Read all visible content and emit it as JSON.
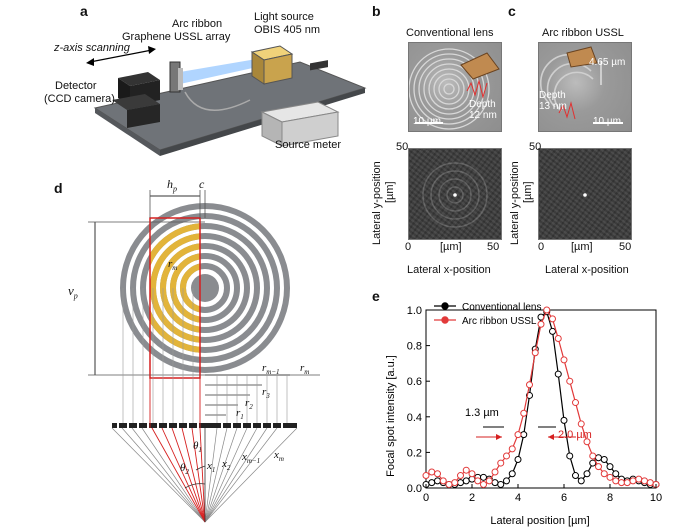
{
  "panels": {
    "a": {
      "letter": "a",
      "labels": {
        "arc_ribbon": "Arc ribbon",
        "graphene_array": "Graphene USSL array",
        "light_source": "Light source",
        "obis": "OBIS 405 nm",
        "z_scan": "z-axis scanning",
        "detector": "Detector",
        "ccd": "(CCD camera)",
        "source_meter": "Source meter"
      }
    },
    "b": {
      "letter": "b",
      "title": "Conventional lens",
      "depth_label": "Depth",
      "depth_value": "12 nm",
      "scale": "10 µm"
    },
    "c": {
      "letter": "c",
      "title": "Arc ribbon USSL",
      "width_value": "4.65 µm",
      "depth_label": "Depth",
      "depth_value": "13 nm",
      "scale": "10 µm"
    },
    "bc_axes": {
      "y_label_1": "Lateral y-position",
      "y_unit": "[µm]",
      "x_label": "Lateral x-position",
      "x_unit": "[µm]",
      "tick_0": "0",
      "tick_50": "50"
    },
    "d": {
      "letter": "d",
      "hp": "h",
      "hp_sub": "p",
      "c": "c",
      "vp": "v",
      "vp_sub": "p",
      "rm_inner": "r",
      "rm_inner_sub": "m",
      "rm1": "r",
      "rm1_sub": "m−1",
      "rm": "r",
      "rm_sub": "m",
      "r3": "r",
      "r3_sub": "3",
      "r2": "r",
      "r2_sub": "2",
      "r1": "r",
      "r1_sub": "1",
      "theta1": "θ",
      "theta1_sub": "1",
      "theta2": "θ",
      "theta2_sub": "2",
      "x1": "x",
      "x1_sub": "1",
      "x2": "x",
      "x2_sub": "2",
      "xm1": "x",
      "xm1_sub": "m−1",
      "xm": "x",
      "xm_sub": "m"
    },
    "e": {
      "letter": "e",
      "annotation_black": "1.3 µm",
      "annotation_red": "2.0 µm"
    }
  },
  "colors": {
    "ring_gray": "#8a8c90",
    "gold": "#e2b43a",
    "red_line": "#d62020",
    "series_black": "#000000",
    "series_red": "#e23a3a"
  },
  "chart_data": {
    "type": "line",
    "xlabel": "Lateral position [µm]",
    "ylabel": "Focal spot intensity [a.u.]",
    "xlim": [
      0,
      10
    ],
    "ylim": [
      0,
      1.0
    ],
    "xticks": [
      0,
      2,
      4,
      6,
      8,
      10
    ],
    "yticks": [
      0.0,
      0.2,
      0.4,
      0.6,
      0.8,
      1.0
    ],
    "legend_position": "top-left",
    "series": [
      {
        "name": "Conventional lens",
        "color": "#000000",
        "x": [
          0.0,
          0.25,
          0.5,
          0.75,
          1.0,
          1.25,
          1.5,
          1.75,
          2.0,
          2.25,
          2.5,
          2.75,
          3.0,
          3.25,
          3.5,
          3.75,
          4.0,
          4.25,
          4.5,
          4.75,
          5.0,
          5.25,
          5.5,
          5.75,
          6.0,
          6.25,
          6.5,
          6.75,
          7.0,
          7.25,
          7.5,
          7.75,
          8.0,
          8.25,
          8.5,
          8.75,
          9.0,
          9.25,
          9.5,
          9.75,
          10.0
        ],
        "y": [
          0.02,
          0.03,
          0.04,
          0.03,
          0.02,
          0.02,
          0.03,
          0.04,
          0.05,
          0.06,
          0.06,
          0.05,
          0.03,
          0.02,
          0.04,
          0.08,
          0.16,
          0.3,
          0.52,
          0.78,
          0.96,
          0.99,
          0.88,
          0.64,
          0.38,
          0.18,
          0.07,
          0.04,
          0.08,
          0.14,
          0.17,
          0.16,
          0.12,
          0.08,
          0.05,
          0.04,
          0.05,
          0.04,
          0.03,
          0.02,
          0.02
        ]
      },
      {
        "name": "Arc ribbon USSL",
        "color": "#e23a3a",
        "x": [
          0.0,
          0.25,
          0.5,
          0.75,
          1.0,
          1.25,
          1.5,
          1.75,
          2.0,
          2.25,
          2.5,
          2.75,
          3.0,
          3.25,
          3.5,
          3.75,
          4.0,
          4.25,
          4.5,
          4.75,
          5.0,
          5.25,
          5.5,
          5.75,
          6.0,
          6.25,
          6.5,
          6.75,
          7.0,
          7.25,
          7.5,
          7.75,
          8.0,
          8.25,
          8.5,
          8.75,
          9.0,
          9.25,
          9.5,
          9.75,
          10.0
        ],
        "y": [
          0.07,
          0.09,
          0.08,
          0.04,
          0.02,
          0.03,
          0.07,
          0.1,
          0.08,
          0.04,
          0.02,
          0.04,
          0.09,
          0.14,
          0.18,
          0.22,
          0.3,
          0.42,
          0.58,
          0.76,
          0.92,
          1.0,
          0.95,
          0.84,
          0.72,
          0.6,
          0.48,
          0.36,
          0.26,
          0.18,
          0.12,
          0.08,
          0.06,
          0.04,
          0.03,
          0.03,
          0.04,
          0.05,
          0.04,
          0.03,
          0.02
        ]
      }
    ]
  }
}
